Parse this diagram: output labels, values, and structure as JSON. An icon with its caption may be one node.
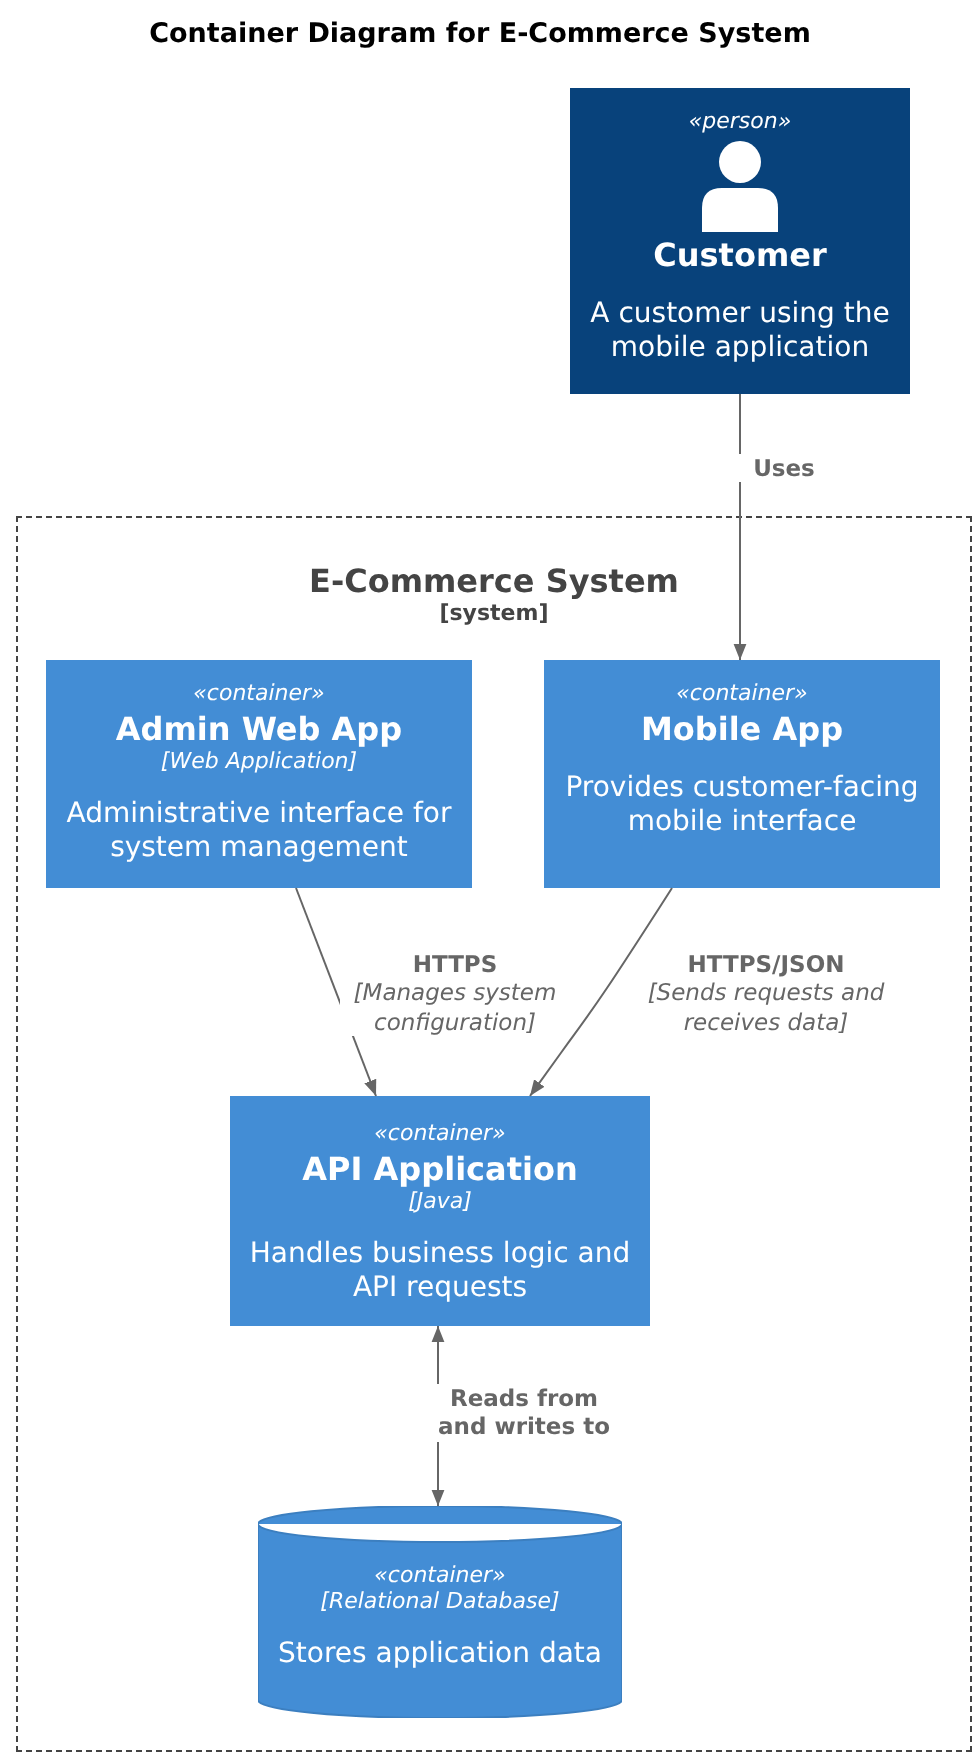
{
  "diagram": {
    "title": "Container Diagram for E-Commerce System",
    "nodes": [
      {
        "text": [
          "«person»",
          "Customer",
          "A customer using the mobile application"
        ]
      },
      {
        "text": [
          "E-Commerce System",
          "[system]"
        ]
      },
      {
        "text": [
          "«container»",
          "Admin Web App",
          "[Web Application]",
          "Administrative interface for system management"
        ],
        "in": 1
      },
      {
        "text": [
          "«container»",
          "Mobile App",
          "Provides customer-facing mobile interface"
        ],
        "in": 1
      },
      {
        "text": [
          "«container»",
          "API Application",
          "[Java]",
          "Handles business logic and API requests"
        ],
        "in": 1
      },
      {
        "text": [
          "«container»",
          "[Relational Database]",
          "Stores application data"
        ],
        "in": 1
      }
    ],
    "edges": [
      {
        "from": 0,
        "to": 3,
        "arrow": "to",
        "label": "**Uses**"
      },
      {
        "from": 2,
        "to": 4,
        "arrow": "to",
        "label": "**HTTPS** *[Manages system configuration]*"
      },
      {
        "from": 3,
        "to": 4,
        "arrow": "to",
        "label": "**HTTPS/JSON** *[Sends requests and receives data]*"
      },
      {
        "from": 4,
        "to": 5,
        "arrow": "both",
        "label": "**Reads from and writes to**"
      }
    ]
  }
}
